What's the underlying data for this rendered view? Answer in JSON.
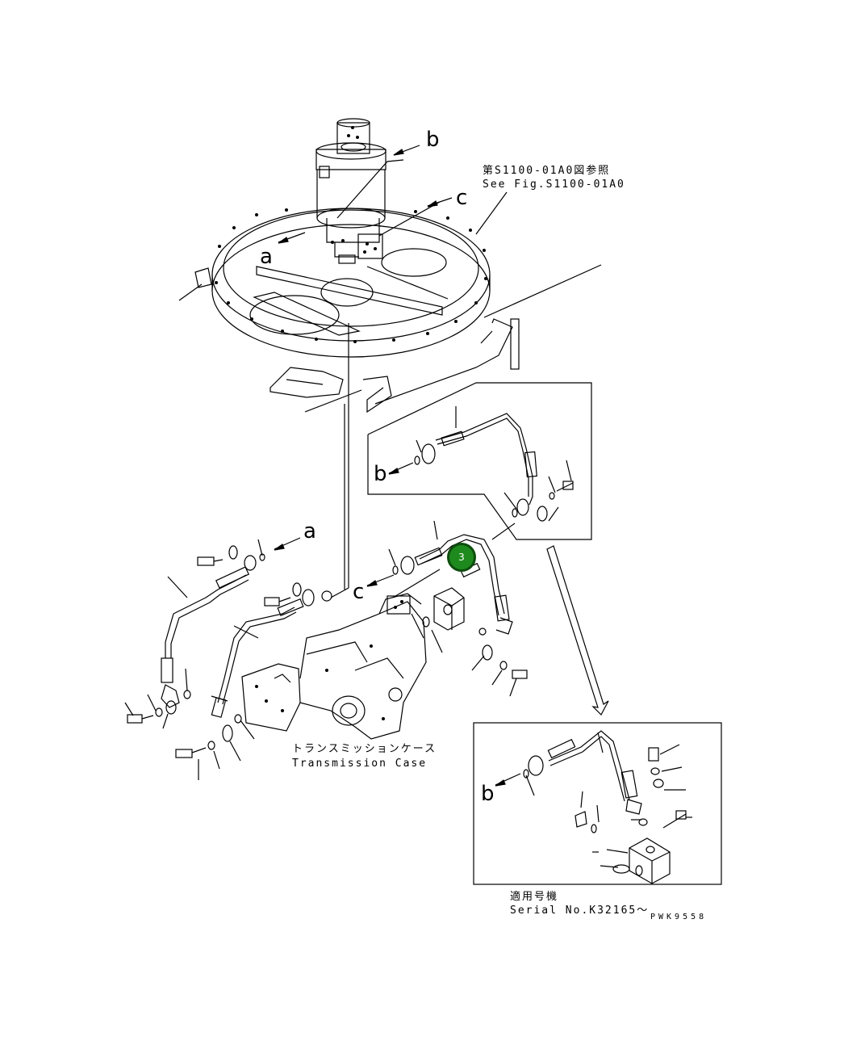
{
  "ref_note": {
    "ja": "第S1100-01A0図参照",
    "en": "See Fig.S1100-01A0"
  },
  "arrow_labels": {
    "b_top": "b",
    "c_top": "c",
    "a_top": "a",
    "b_detail1": "b",
    "a_mid": "a",
    "c_mid": "c",
    "b_detail2": "b"
  },
  "transmission_case": {
    "ja": "トランスミッションケース",
    "en": "Transmission Case"
  },
  "serial": {
    "ja": "適用号機",
    "en": "Serial No.K32165～"
  },
  "drawing_code": "PWK9558",
  "callout_marker": "3",
  "colors": {
    "line": "#000000",
    "marker_fill": "#1e8a1e",
    "marker_border": "#0d4d0d"
  }
}
